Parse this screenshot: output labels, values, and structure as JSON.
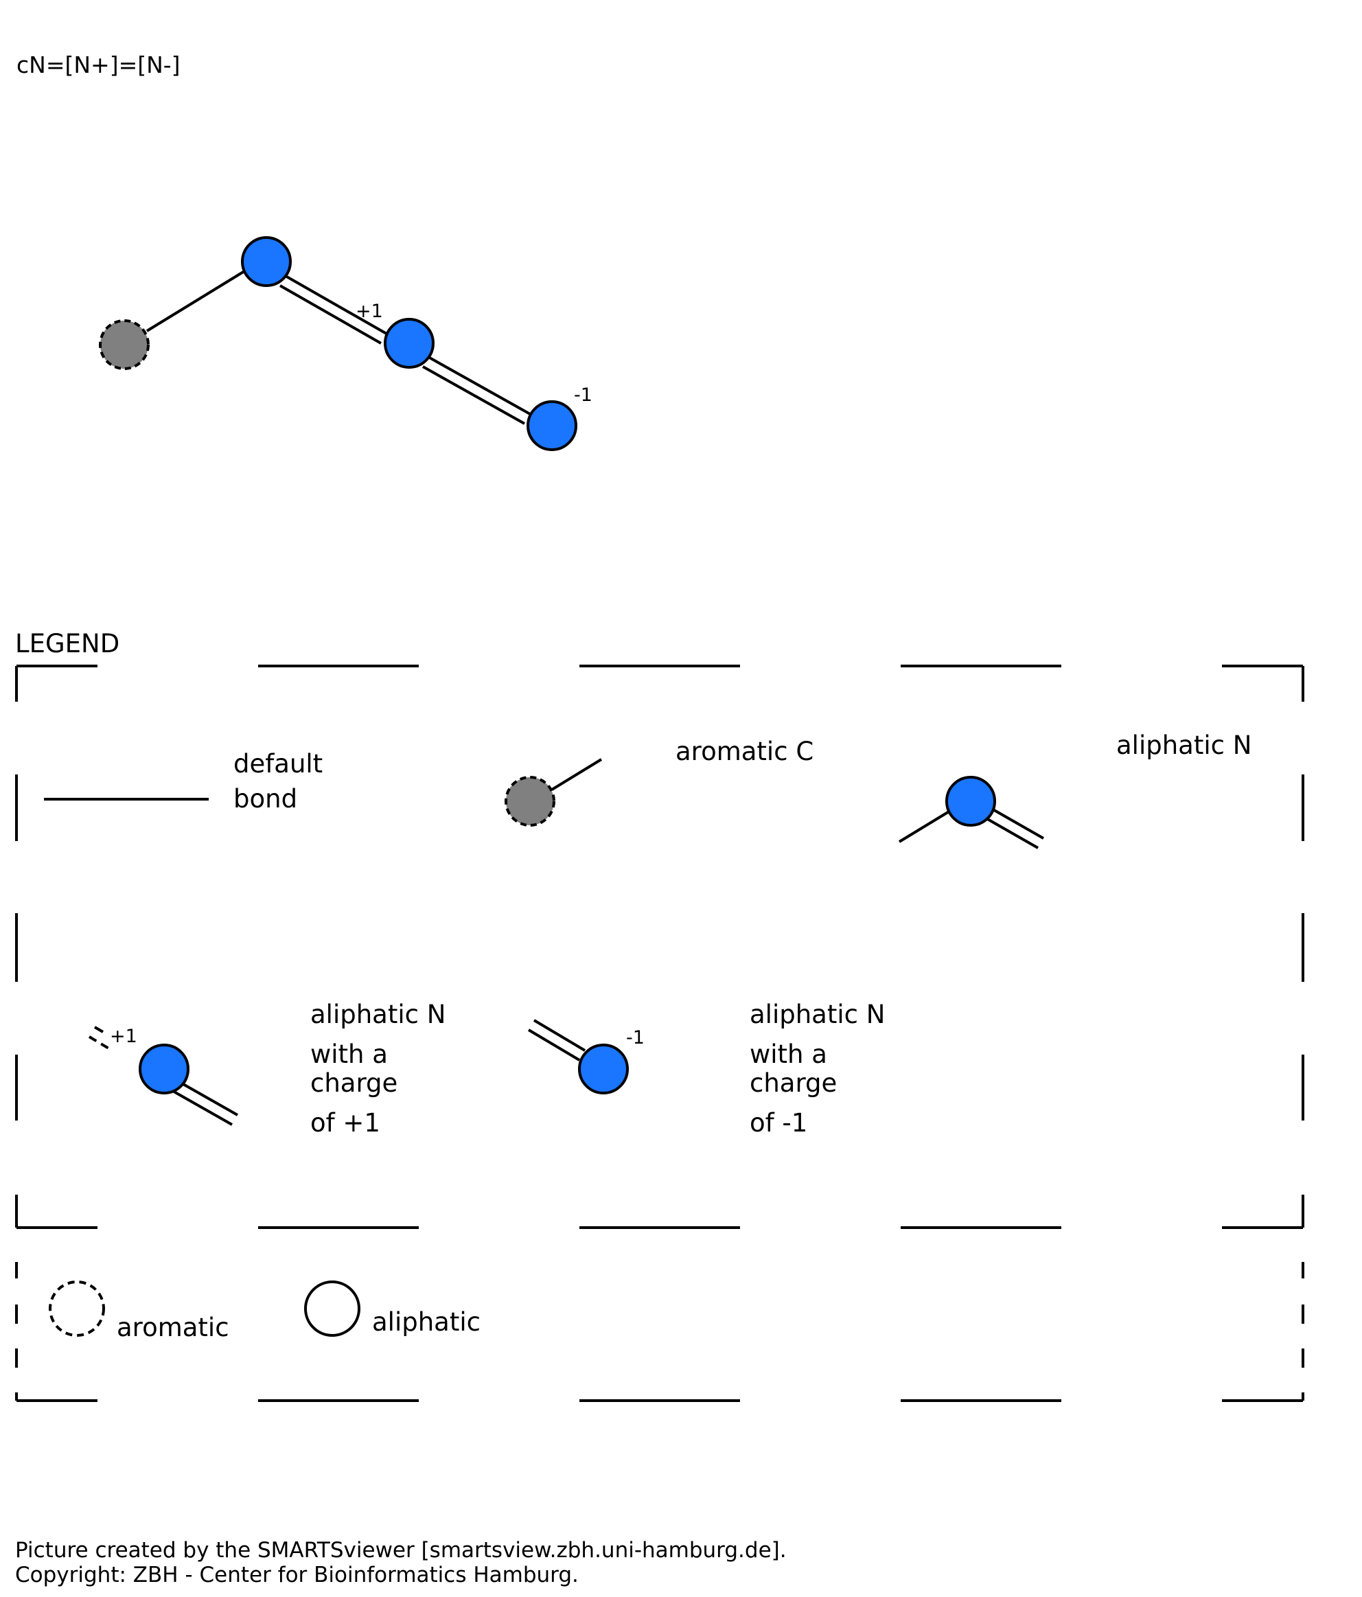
{
  "smarts": "cN=[N+]=[N-]",
  "legend": {
    "title": "LEGEND",
    "default_bond": [
      "default",
      "bond"
    ],
    "aromatic_c": "aromatic C",
    "aliphatic_n": "aliphatic N",
    "charged_plus": [
      "aliphatic N",
      "with a",
      "charge",
      "of +1"
    ],
    "charged_minus": [
      "aliphatic N",
      "with a",
      "charge",
      "of -1"
    ],
    "aromatic_label": "aromatic",
    "aliphatic_label": "aliphatic"
  },
  "charges": {
    "plus": "+1",
    "minus": "-1"
  },
  "footer": {
    "line1": "Picture created by the SMARTSviewer [smartsview.zbh.uni-hamburg.de].",
    "line2": "Copyright: ZBH - Center for Bioinformatics Hamburg."
  },
  "colors": {
    "nitrogen": "#1a75ff",
    "aromatic_carbon": "#808080",
    "stroke": "#000000"
  }
}
